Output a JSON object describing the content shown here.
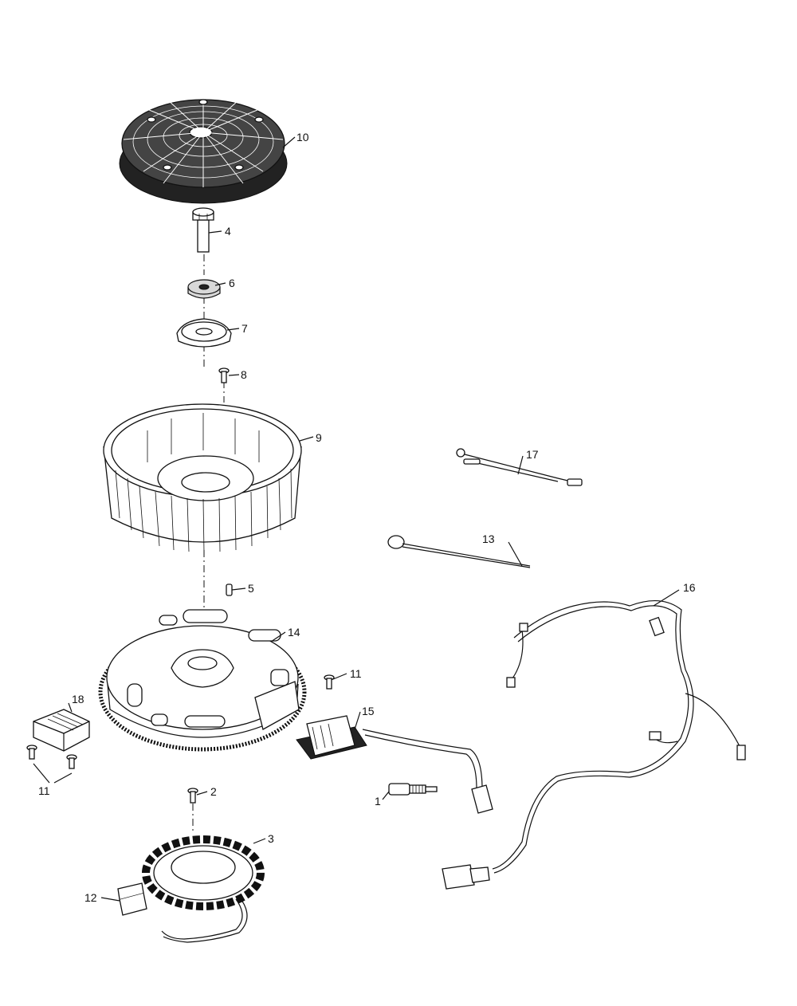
{
  "callouts": {
    "c1": "1",
    "c2": "2",
    "c3": "3",
    "c4": "4",
    "c5": "5",
    "c6": "6",
    "c7": "7",
    "c8": "8",
    "c9": "9",
    "c10": "10",
    "c11a": "11",
    "c11b": "11",
    "c12": "12",
    "c13": "13",
    "c14": "14",
    "c15": "15",
    "c16": "16",
    "c17": "17",
    "c18": "18"
  }
}
